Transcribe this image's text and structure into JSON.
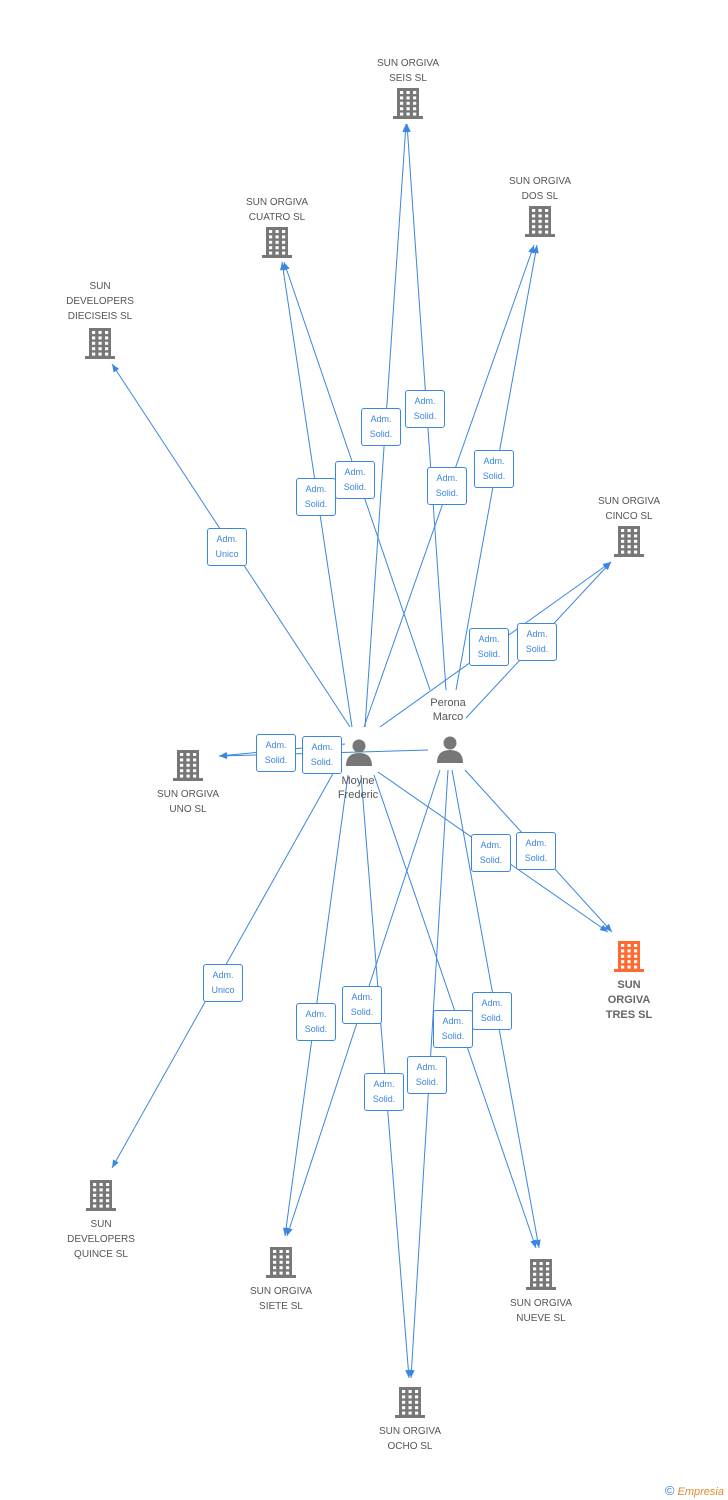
{
  "colors": {
    "edge": "#3b86e0",
    "company": "#777777",
    "company_focus": "#ff6a33",
    "person": "#777777"
  },
  "persons": [
    {
      "id": "moyne",
      "name": "Moyne\nFrederic"
    },
    {
      "id": "perona",
      "name": "Perona\nMarco"
    }
  ],
  "companies": [
    {
      "id": "seis",
      "name": "SUN ORGIVA\nSEIS SL",
      "focus": false
    },
    {
      "id": "dos",
      "name": "SUN ORGIVA\nDOS SL",
      "focus": false
    },
    {
      "id": "cuatro",
      "name": "SUN ORGIVA\nCUATRO SL",
      "focus": false
    },
    {
      "id": "dieciseis",
      "name": "SUN\nDEVELOPERS\nDIECISEIS SL",
      "focus": false
    },
    {
      "id": "cinco",
      "name": "SUN ORGIVA\nCINCO SL",
      "focus": false
    },
    {
      "id": "uno",
      "name": "SUN ORGIVA\nUNO SL",
      "focus": false
    },
    {
      "id": "tres",
      "name": "SUN\nORGIVA\nTRES SL",
      "focus": true
    },
    {
      "id": "quince",
      "name": "SUN\nDEVELOPERS\nQUINCE SL",
      "focus": false
    },
    {
      "id": "siete",
      "name": "SUN ORGIVA\nSIETE SL",
      "focus": false
    },
    {
      "id": "nueve",
      "name": "SUN ORGIVA\nNUEVE SL",
      "focus": false
    },
    {
      "id": "ocho",
      "name": "SUN ORGIVA\nOCHO SL",
      "focus": false
    }
  ],
  "edges": [
    {
      "from": "moyne",
      "to": "dieciseis",
      "label": "Adm.\nUnico"
    },
    {
      "from": "moyne",
      "to": "cuatro",
      "label": "Adm.\nSolid."
    },
    {
      "from": "perona",
      "to": "cuatro",
      "label": "Adm.\nSolid."
    },
    {
      "from": "moyne",
      "to": "seis",
      "label": "Adm.\nSolid."
    },
    {
      "from": "perona",
      "to": "seis",
      "label": "Adm.\nSolid."
    },
    {
      "from": "moyne",
      "to": "dos",
      "label": "Adm.\nSolid."
    },
    {
      "from": "perona",
      "to": "dos",
      "label": "Adm.\nSolid."
    },
    {
      "from": "moyne",
      "to": "cinco",
      "label": "Adm.\nSolid."
    },
    {
      "from": "perona",
      "to": "cinco",
      "label": "Adm.\nSolid."
    },
    {
      "from": "moyne",
      "to": "uno",
      "label": "Adm.\nSolid."
    },
    {
      "from": "perona",
      "to": "uno",
      "label": "Adm.\nSolid."
    },
    {
      "from": "moyne",
      "to": "tres",
      "label": "Adm.\nSolid."
    },
    {
      "from": "perona",
      "to": "tres",
      "label": "Adm.\nSolid."
    },
    {
      "from": "moyne",
      "to": "quince",
      "label": "Adm.\nUnico"
    },
    {
      "from": "moyne",
      "to": "siete",
      "label": "Adm.\nSolid."
    },
    {
      "from": "perona",
      "to": "siete",
      "label": "Adm.\nSolid."
    },
    {
      "from": "moyne",
      "to": "ocho",
      "label": "Adm.\nSolid."
    },
    {
      "from": "perona",
      "to": "ocho",
      "label": "Adm.\nSolid."
    },
    {
      "from": "moyne",
      "to": "nueve",
      "label": "Adm.\nSolid."
    },
    {
      "from": "perona",
      "to": "nueve",
      "label": "Adm.\nSolid."
    }
  ],
  "watermark": {
    "symbol": "©",
    "brand": "Empresia"
  }
}
